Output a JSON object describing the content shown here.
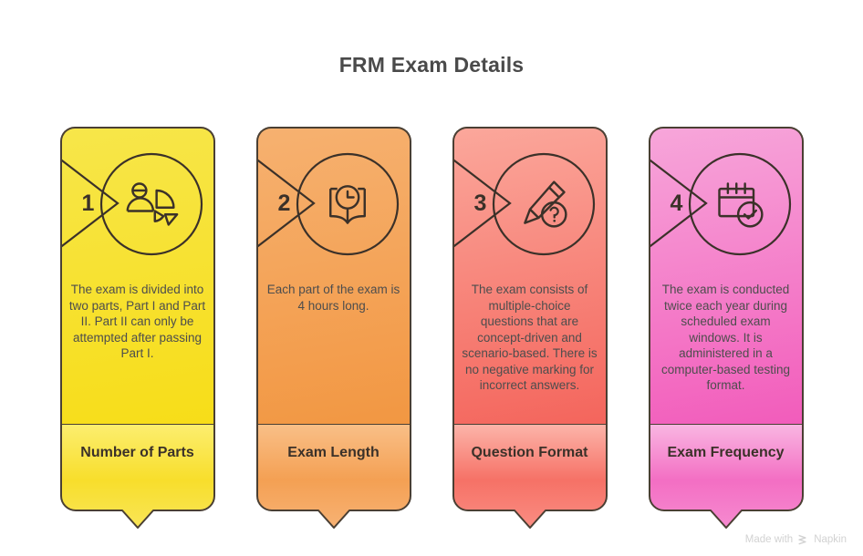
{
  "page": {
    "title": "FRM Exam Details",
    "background_color": "#ffffff",
    "title_color": "#4a4a4a"
  },
  "watermark": {
    "prefix": "Made with",
    "brand": "Napkin",
    "logo_icon": "napkin-chevrons-icon",
    "color": "#d0d0d0"
  },
  "cards": [
    {
      "number": "1",
      "icon": "person-pie-chart-icon",
      "description": "The exam is divided into two parts, Part I and Part II. Part II can only be attempted after passing Part I.",
      "label": "Number of Parts",
      "color_top": "#f7e64a",
      "color_bottom": "#f7dd18",
      "border_color": "#4a3f33"
    },
    {
      "number": "2",
      "icon": "clock-book-icon",
      "description": "Each part of the exam is 4 hours long.",
      "label": "Exam Length",
      "color_top": "#f6b170",
      "color_bottom": "#f29742",
      "border_color": "#4a3f33"
    },
    {
      "number": "3",
      "icon": "pencil-question-icon",
      "description": "The exam consists of multiple-choice questions that are concept-driven and scenario-based. There is no negative marking for incorrect answers.",
      "label": "Question Format",
      "color_top": "#fba79b",
      "color_bottom": "#f4655c",
      "border_color": "#4a3f33"
    },
    {
      "number": "4",
      "icon": "calendar-check-icon",
      "description": "The exam is conducted twice each year during scheduled exam windows. It is administered in a computer-based testing format.",
      "label": "Exam Frequency",
      "color_top": "#f7a6da",
      "color_bottom": "#f25cbb",
      "border_color": "#4a3f33"
    }
  ]
}
